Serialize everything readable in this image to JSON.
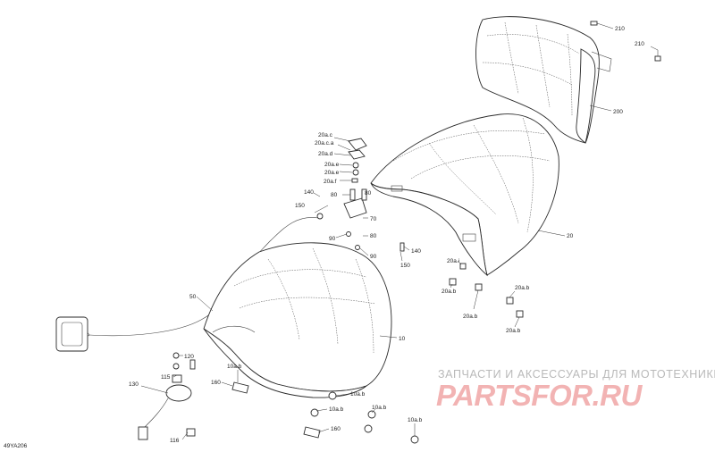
{
  "diagram": {
    "code": "49YA206",
    "callouts": {
      "c210a": "210",
      "c210b": "210",
      "c200": "200",
      "c20": "20",
      "c20ac": "20a.c",
      "c20aca": "20a.c.a",
      "c20ad": "20a.d",
      "c20ae1": "20a.e",
      "c20ae2": "20a.e",
      "c20af": "20a.f",
      "c140a": "140",
      "c80a": "80",
      "c80b": "80",
      "c80c": "80",
      "c150a": "150",
      "c70": "70",
      "c90a": "90",
      "c90b": "90",
      "c140b": "140",
      "c150b": "150",
      "c20ai": "20a.i",
      "c20ab1": "20a.b",
      "c20ab2": "20a.b",
      "c20ab3": "20a.b",
      "c20ab4": "20a.b",
      "c50": "50",
      "c10": "10",
      "c120": "120",
      "c115": "115",
      "c130": "130",
      "c116": "116",
      "c10ab1": "10a.b",
      "c160a": "160",
      "c10ab2": "10a.b",
      "c10ab3": "10a.b",
      "c10ab4": "10a.b",
      "c10ab5": "10a.b",
      "c160b": "160"
    }
  },
  "watermark": {
    "tagline": "ЗАПЧАСТИ И АКСЕССУАРЫ ДЛЯ МОТОТЕХНИКИ",
    "logo": "PARTSFOR.RU"
  }
}
